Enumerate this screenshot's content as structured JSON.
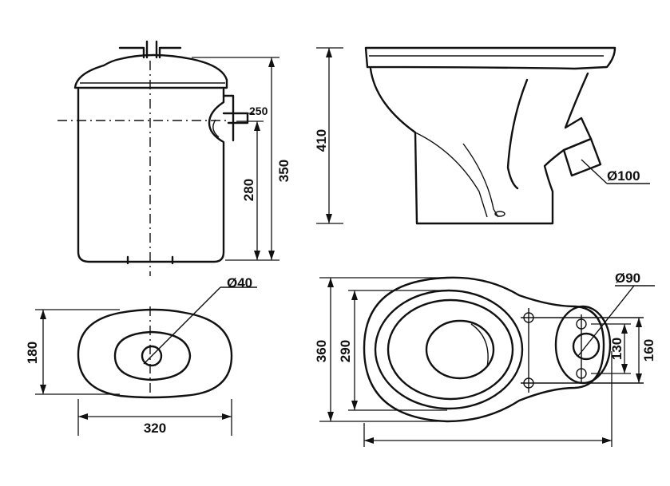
{
  "dimensions": {
    "tank_height": "350",
    "tank_inlet_height": "280",
    "tank_inlet_offset": "250",
    "tank_depth": "180",
    "tank_width": "320",
    "tank_outlet_diameter": "Ø40",
    "bowl_height": "410",
    "bowl_outlet_diameter": "Ø100",
    "bowl_length": "360",
    "bowl_inner_length": "290",
    "bowl_hole_diameter": "Ø90",
    "bowl_bolt_spacing": "130",
    "bowl_flange_width": "160"
  }
}
